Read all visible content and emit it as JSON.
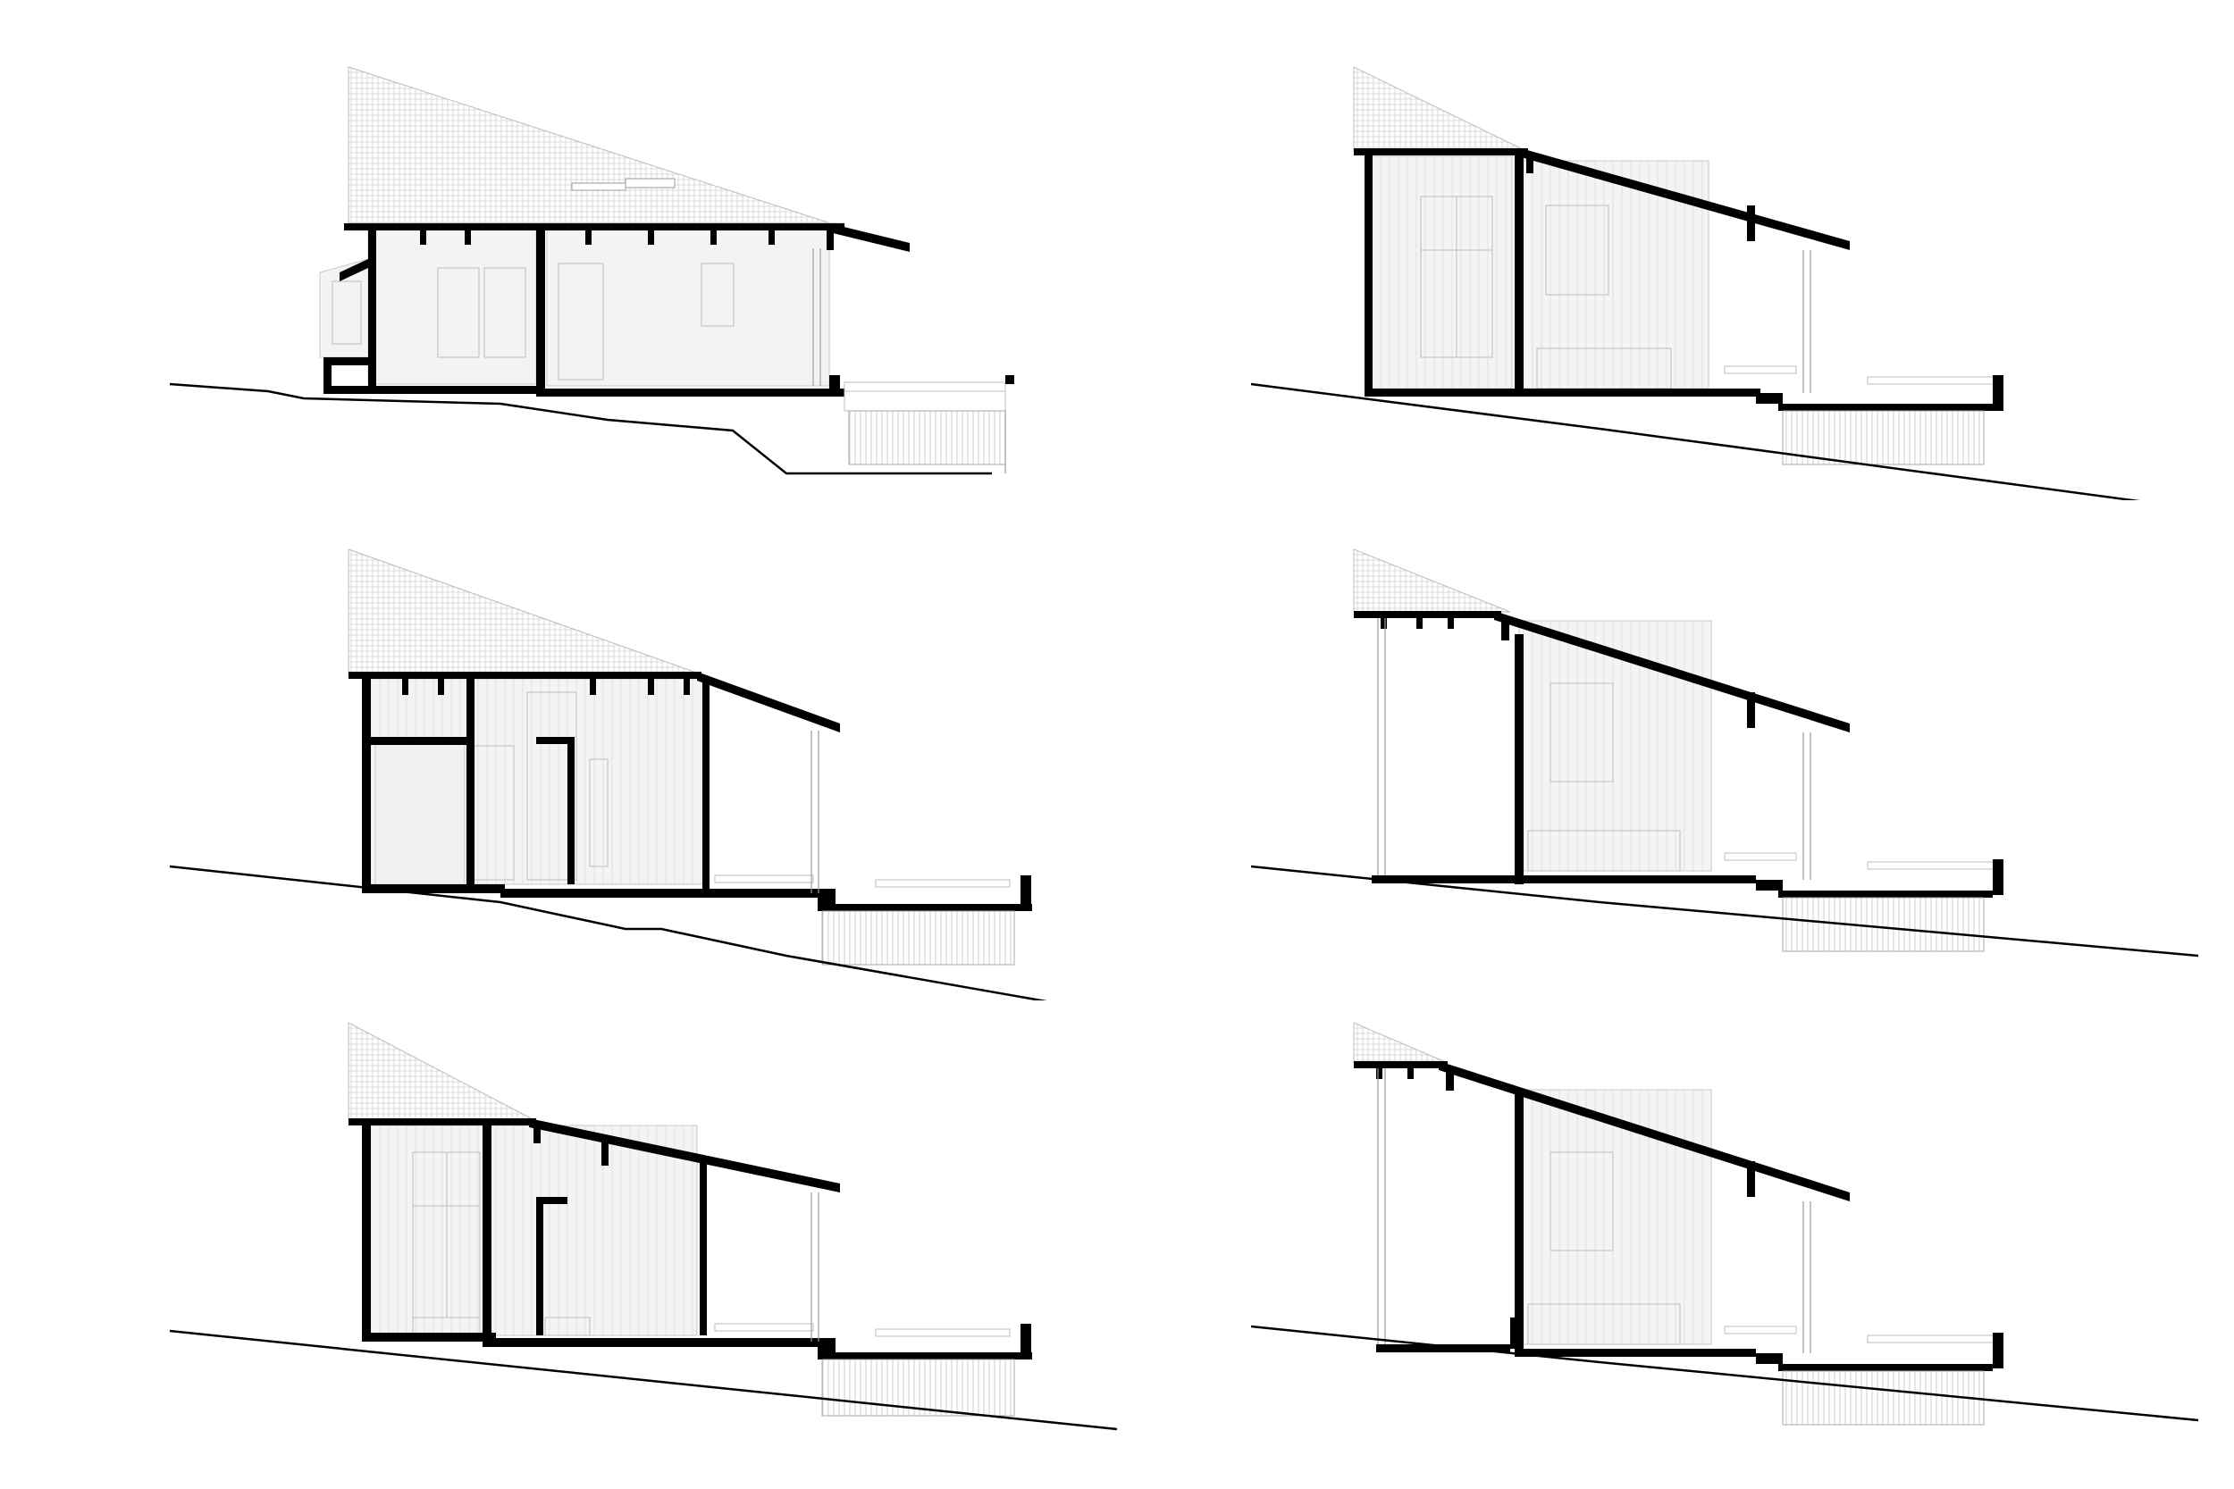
{
  "sheet": {
    "background": "#ffffff",
    "ink": "#000000",
    "fill_grey": "#f3f3f3",
    "hatch_grey": "#cfcfcf"
  },
  "sections": [
    {
      "id": "section-1",
      "variant": "cabin-with-bay"
    },
    {
      "id": "section-2",
      "variant": "cabin-shed"
    },
    {
      "id": "section-3",
      "variant": "cabin-rooms"
    },
    {
      "id": "section-4",
      "variant": "open-porch"
    },
    {
      "id": "section-5",
      "variant": "cabin-windows"
    },
    {
      "id": "section-6",
      "variant": "open-porch-wide"
    }
  ]
}
